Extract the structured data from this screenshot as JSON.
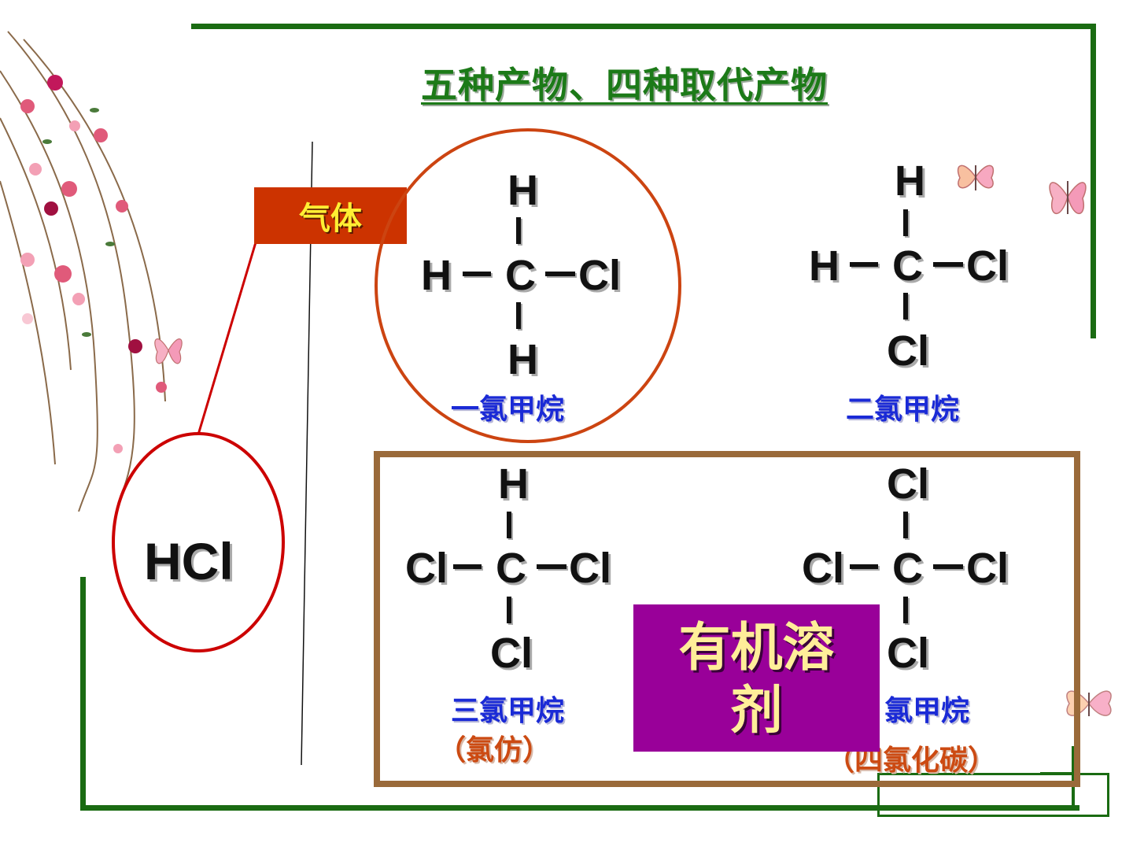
{
  "slide": {
    "title": "五种产物、四种取代产物",
    "gas_label": "气体",
    "organic_solvent_label": "有机溶剂",
    "hcl_label": "HCl"
  },
  "molecules": {
    "chloromethane": {
      "top": "H",
      "left": "H",
      "center": "C",
      "right": "Cl",
      "bottom": "H",
      "name": "一氯甲烷"
    },
    "dichloromethane": {
      "top": "H",
      "left": "H",
      "center": "C",
      "right": "Cl",
      "bottom": "Cl",
      "name": "二氯甲烷"
    },
    "trichloromethane": {
      "top": "H",
      "left": "Cl",
      "center": "C",
      "right": "Cl",
      "bottom": "Cl",
      "name": "三氯甲烷",
      "alias": "（氯仿）"
    },
    "tetrachloromethane": {
      "top": "Cl",
      "left": "Cl",
      "center": "C",
      "right": "Cl",
      "bottom": "Cl",
      "name": "氯甲烷",
      "alias": "（四氯化碳）"
    }
  },
  "colors": {
    "frame_green": "#1a6b12",
    "title_green": "#1c7a18",
    "gas_box": "#cc3300",
    "gas_text": "#ffee33",
    "organic_box": "#990099",
    "organic_text": "#ffee99",
    "name_blue": "#1a2ad6",
    "alias_orange": "#cc4a12",
    "ring_red": "#cc0000",
    "ring_orange": "#cc4411",
    "box_brown": "#9a6a3a"
  },
  "icons": [
    "flower-branch-icon",
    "butterfly-icon"
  ]
}
